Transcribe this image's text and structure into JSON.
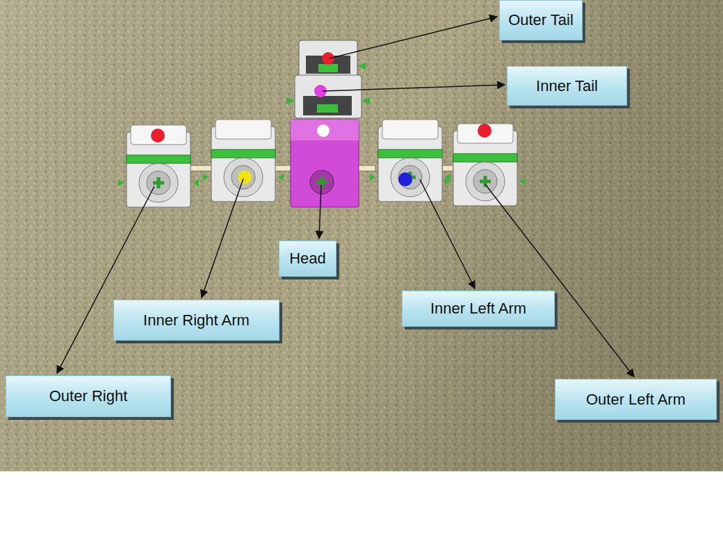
{
  "diagram": {
    "nodes": [
      {
        "text": [
          "Outer Tail"
        ]
      },
      {
        "text": [
          "Inner Tail"
        ]
      },
      {
        "text": [
          "Head"
        ]
      },
      {
        "text": [
          "Inner Left Arm"
        ]
      },
      {
        "text": [
          "Inner Right Arm"
        ]
      },
      {
        "text": [
          "Outer Right"
        ]
      },
      {
        "text": [
          "Outer Left Arm"
        ]
      }
    ]
  }
}
